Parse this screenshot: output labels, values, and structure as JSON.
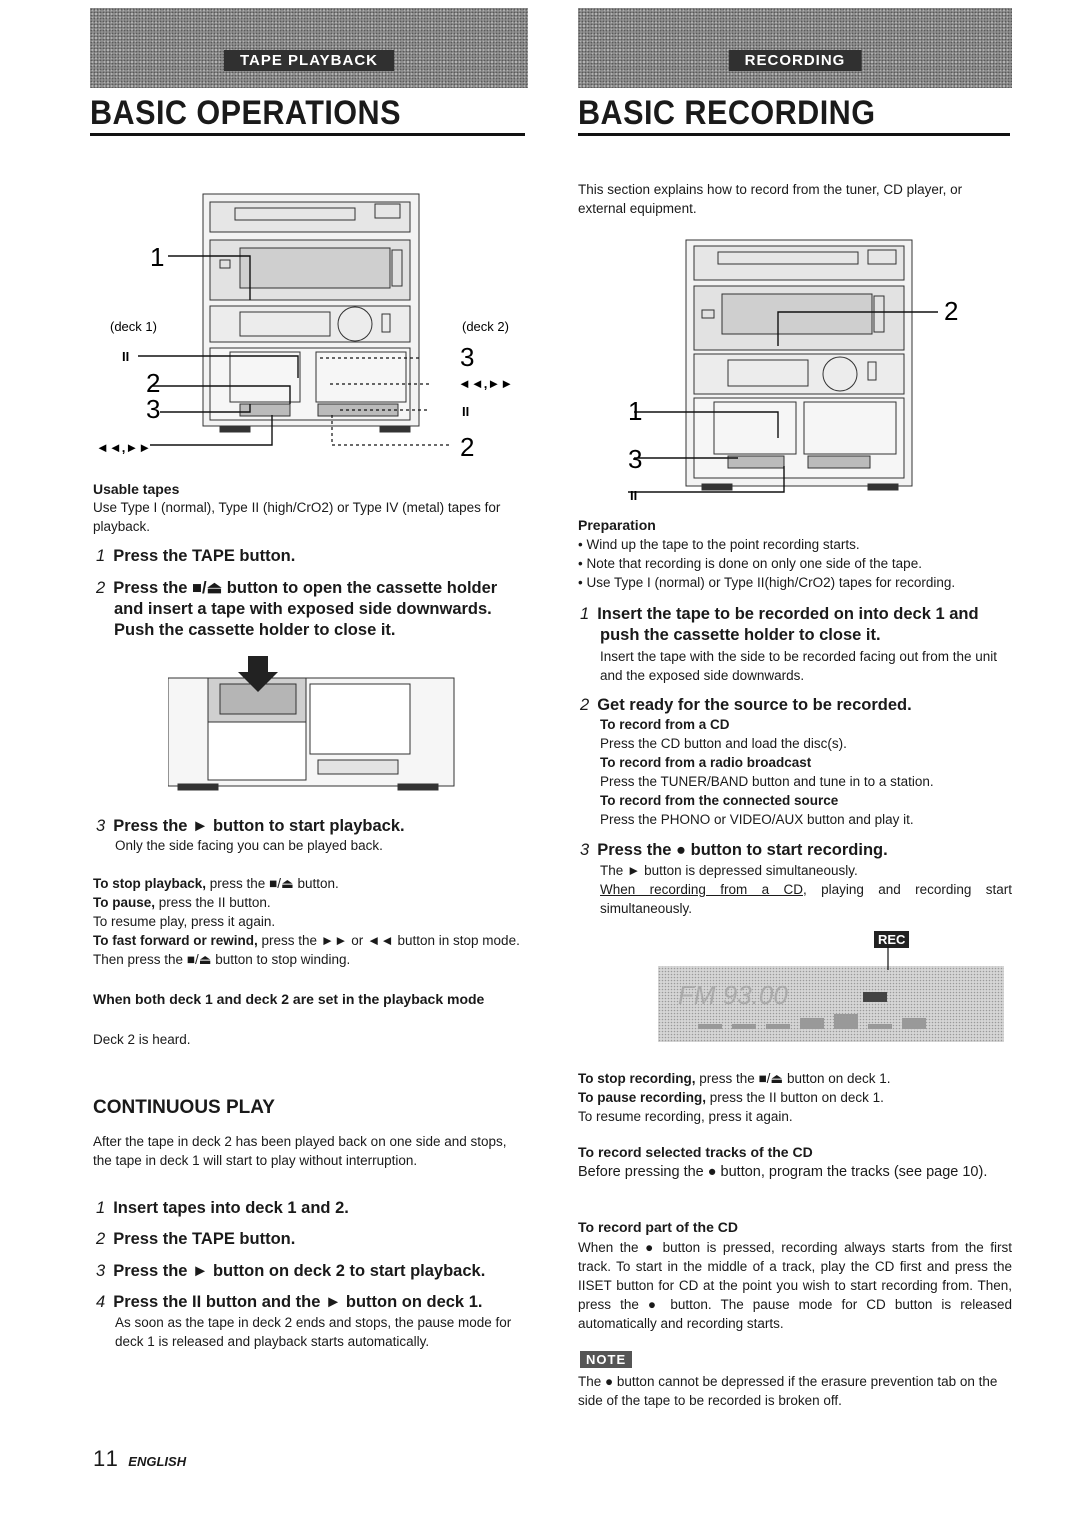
{
  "left": {
    "banner": "TAPE PLAYBACK",
    "heading": "BASIC OPERATIONS",
    "figure": {
      "deck1": "(deck 1)",
      "deck2": "(deck 2)",
      "c1": "1",
      "c2": "2",
      "c3": "3",
      "c_pause": "II",
      "c_ffrew": "◄◄,►►",
      "c3r": "3",
      "cffr": "◄◄,►►",
      "cpr": "II",
      "c2r": "2"
    },
    "usable_tapes_title": "Usable tapes",
    "usable_tapes_text": "Use Type I (normal), Type II (high/CrO2) or Type IV (metal) tapes for playback.",
    "steps": [
      {
        "n": "1",
        "text": "Press the TAPE button."
      },
      {
        "n": "2",
        "text": "Press the ■/⏏ button to open the cassette holder and insert a tape with exposed side downwards. Push the cassette holder to close it."
      },
      {
        "n": "3",
        "text": "Press the ► button to start playback."
      }
    ],
    "step3_note": "Only the side facing you can be played back.",
    "stop_label": "To stop playback,",
    "stop_text": " press the ■/⏏ button.",
    "pause_label": "To pause,",
    "pause_text": " press the II button.",
    "resume_text": "To resume play, press it again.",
    "ff_label": "To fast forward or rewind,",
    "ff_text": " press the ►► or ◄◄ button in stop mode. Then press the ■/⏏ button to stop winding.",
    "both_title": "When both deck 1 and deck 2 are set in the playback mode",
    "both_text": "Deck 2 is heard.",
    "cont_heading": "CONTINUOUS PLAY",
    "cont_text": "After the tape in deck 2 has been played back on one side and stops, the tape in deck 1 will start to play without interruption.",
    "cont_steps": [
      {
        "n": "1",
        "text": "Insert tapes into deck 1 and 2."
      },
      {
        "n": "2",
        "text": "Press the TAPE button."
      },
      {
        "n": "3",
        "text": "Press the ► button on deck 2 to start playback."
      },
      {
        "n": "4",
        "text": "Press the II button and the ► button on deck 1."
      }
    ],
    "cont_step4_note": "As soon as the tape in deck 2 ends and stops, the pause mode for deck 1 is released and playback starts automatically.",
    "page_number": "11",
    "page_lang": "ENGLISH"
  },
  "right": {
    "banner": "RECORDING",
    "heading": "BASIC RECORDING",
    "intro": "This section explains how to record from the tuner, CD player, or external equipment.",
    "figure": {
      "c2": "2",
      "c1": "1",
      "c3": "3",
      "c_pause": "II"
    },
    "prep_title": "Preparation",
    "prep_items": [
      "• Wind up the tape to the point recording starts.",
      "• Note that recording is done on only one side of the tape.",
      "• Use Type I (normal) or Type II(high/CrO2) tapes for recording."
    ],
    "step1_n": "1",
    "step1": "Insert the tape to be recorded on into deck 1 and push the cassette holder to close it.",
    "step1_note": "Insert the tape with the side to be recorded facing out from the unit and the exposed side downwards.",
    "step2_n": "2",
    "step2": "Get ready for the source to be recorded.",
    "cd_title": "To record from a CD",
    "cd_text": "Press the CD button and load the disc(s).",
    "radio_title": "To record from a radio broadcast",
    "radio_text": "Press the TUNER/BAND button and tune in to a station.",
    "conn_title": "To record from the connected source",
    "conn_text": "Press the PHONO or VIDEO/AUX button and play it.",
    "step3_n": "3",
    "step3": "Press the ● button to start recording.",
    "step3_note1": "The ► button is depressed simultaneously.",
    "step3_note2_u": "When recording from a CD",
    "step3_note2": ", playing and recording start simultaneously.",
    "rec_badge": "REC",
    "display_text": "FM 93.00",
    "stop_label": "To stop recording,",
    "stop_text": " press the ■/⏏ button on deck 1.",
    "pause_label": "To pause recording,",
    "pause_text": " press the II button on deck 1.",
    "resume_text": "To resume recording, press it again.",
    "sel_title": "To record selected tracks of the CD",
    "sel_text": "Before pressing the ● button, program the tracks (see page 10).",
    "part_title": "To record part of the CD",
    "part_text": "When the ● button is pressed, recording always starts from the first track. To start in the middle of a track, play the CD first and press the IISET button for CD at the point you wish to start recording from. Then, press the ● button. The pause mode for CD button is released automatically and recording starts.",
    "note_badge": "NOTE",
    "note_text": "The ● button cannot be depressed if the erasure prevention tab on the side of the tape to be recorded is broken off."
  }
}
